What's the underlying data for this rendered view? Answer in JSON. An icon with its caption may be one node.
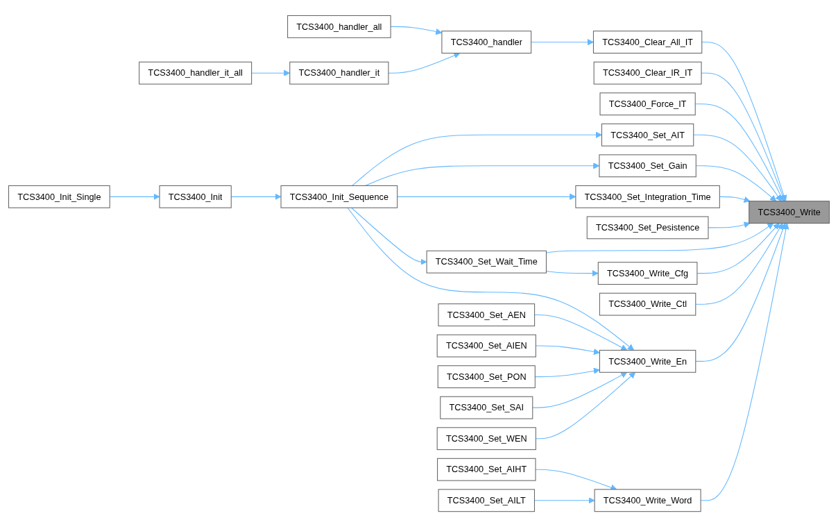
{
  "diagram": {
    "nodes": [
      {
        "text": [
          "TCS3400_handler_all"
        ]
      },
      {
        "text": [
          "TCS3400_handler"
        ]
      },
      {
        "text": [
          "TCS3400_Clear_All_IT"
        ]
      },
      {
        "text": [
          "TCS3400_handler_it_all"
        ]
      },
      {
        "text": [
          "TCS3400_handler_it"
        ]
      },
      {
        "text": [
          "TCS3400_Clear_IR_IT"
        ]
      },
      {
        "text": [
          "TCS3400_Force_IT"
        ]
      },
      {
        "text": [
          "TCS3400_Set_AIT"
        ]
      },
      {
        "text": [
          "TCS3400_Set_Gain"
        ]
      },
      {
        "text": [
          "TCS3400_Init_Single"
        ]
      },
      {
        "text": [
          "TCS3400_Init"
        ]
      },
      {
        "text": [
          "TCS3400_Init_Sequence"
        ]
      },
      {
        "text": [
          "TCS3400_Set_Integration_Time"
        ]
      },
      {
        "text": [
          "TCS3400_Write"
        ]
      },
      {
        "text": [
          "TCS3400_Set_Pesistence"
        ]
      },
      {
        "text": [
          "TCS3400_Set_Wait_Time"
        ]
      },
      {
        "text": [
          "TCS3400_Set_AEN"
        ]
      },
      {
        "text": [
          "TCS3400_Write_Cfg"
        ]
      },
      {
        "text": [
          "TCS3400_Write_Ctl"
        ]
      },
      {
        "text": [
          "TCS3400_Set_AIEN"
        ]
      },
      {
        "text": [
          "TCS3400_Set_PON"
        ]
      },
      {
        "text": [
          "TCS3400_Write_En"
        ]
      },
      {
        "text": [
          "TCS3400_Set_SAI"
        ]
      },
      {
        "text": [
          "TCS3400_Set_WEN"
        ]
      },
      {
        "text": [
          "TCS3400_Set_AIHT"
        ]
      },
      {
        "text": [
          "TCS3400_Write_Word"
        ]
      },
      {
        "text": [
          "TCS3400_Set_AILT"
        ]
      }
    ],
    "edges": [
      {
        "from": 0,
        "to": 1,
        "arrow": "to"
      },
      {
        "from": 4,
        "to": 1,
        "arrow": "to"
      },
      {
        "from": 3,
        "to": 4,
        "arrow": "to"
      },
      {
        "from": 1,
        "to": 2,
        "arrow": "to"
      },
      {
        "from": 2,
        "to": 13,
        "arrow": "to"
      },
      {
        "from": 5,
        "to": 13,
        "arrow": "to"
      },
      {
        "from": 6,
        "to": 13,
        "arrow": "to"
      },
      {
        "from": 7,
        "to": 13,
        "arrow": "to"
      },
      {
        "from": 11,
        "to": 7,
        "arrow": "to"
      },
      {
        "from": 11,
        "to": 8,
        "arrow": "to"
      },
      {
        "from": 8,
        "to": 13,
        "arrow": "to"
      },
      {
        "from": 11,
        "to": 12,
        "arrow": "to"
      },
      {
        "from": 12,
        "to": 13,
        "arrow": "to"
      },
      {
        "from": 14,
        "to": 13,
        "arrow": "to"
      },
      {
        "from": 9,
        "to": 10,
        "arrow": "to"
      },
      {
        "from": 10,
        "to": 11,
        "arrow": "to"
      },
      {
        "from": 11,
        "to": 15,
        "arrow": "to"
      },
      {
        "from": 15,
        "to": 13,
        "arrow": "to"
      },
      {
        "from": 15,
        "to": 17,
        "arrow": "to"
      },
      {
        "from": 17,
        "to": 13,
        "arrow": "to"
      },
      {
        "from": 18,
        "to": 13,
        "arrow": "to"
      },
      {
        "from": 11,
        "to": 21,
        "arrow": "to"
      },
      {
        "from": 16,
        "to": 21,
        "arrow": "to"
      },
      {
        "from": 19,
        "to": 21,
        "arrow": "to"
      },
      {
        "from": 20,
        "to": 21,
        "arrow": "to"
      },
      {
        "from": 22,
        "to": 21,
        "arrow": "to"
      },
      {
        "from": 23,
        "to": 21,
        "arrow": "to"
      },
      {
        "from": 21,
        "to": 13,
        "arrow": "to"
      },
      {
        "from": 25,
        "to": 13,
        "arrow": "to"
      },
      {
        "from": 24,
        "to": 25,
        "arrow": "to"
      },
      {
        "from": 26,
        "to": 25,
        "arrow": "to"
      }
    ]
  }
}
